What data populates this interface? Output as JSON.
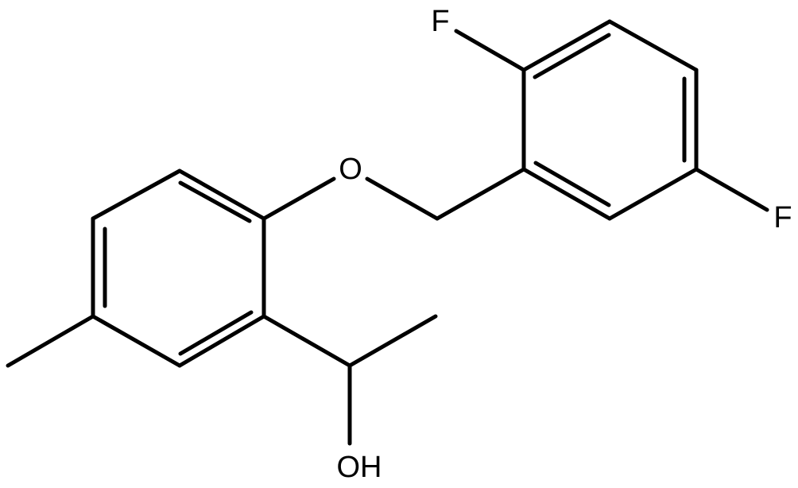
{
  "molecule": {
    "atoms": {
      "oxygen_ether": "O",
      "fluorine_top": "F",
      "fluorine_right": "F",
      "hydroxyl": "OH"
    }
  }
}
